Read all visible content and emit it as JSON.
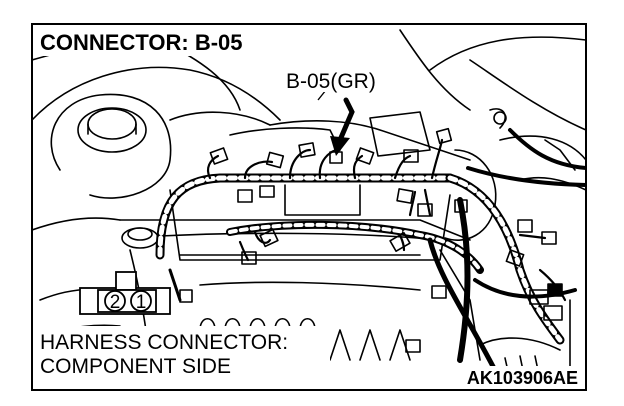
{
  "diagram": {
    "title": "CONNECTOR: B-05",
    "connector_callout": "B-05(GR)",
    "pin_numbers": [
      "2",
      "1"
    ],
    "caption_line1": "HARNESS CONNECTOR:",
    "caption_line2": "COMPONENT SIDE",
    "figure_code": "AK103906AE"
  }
}
